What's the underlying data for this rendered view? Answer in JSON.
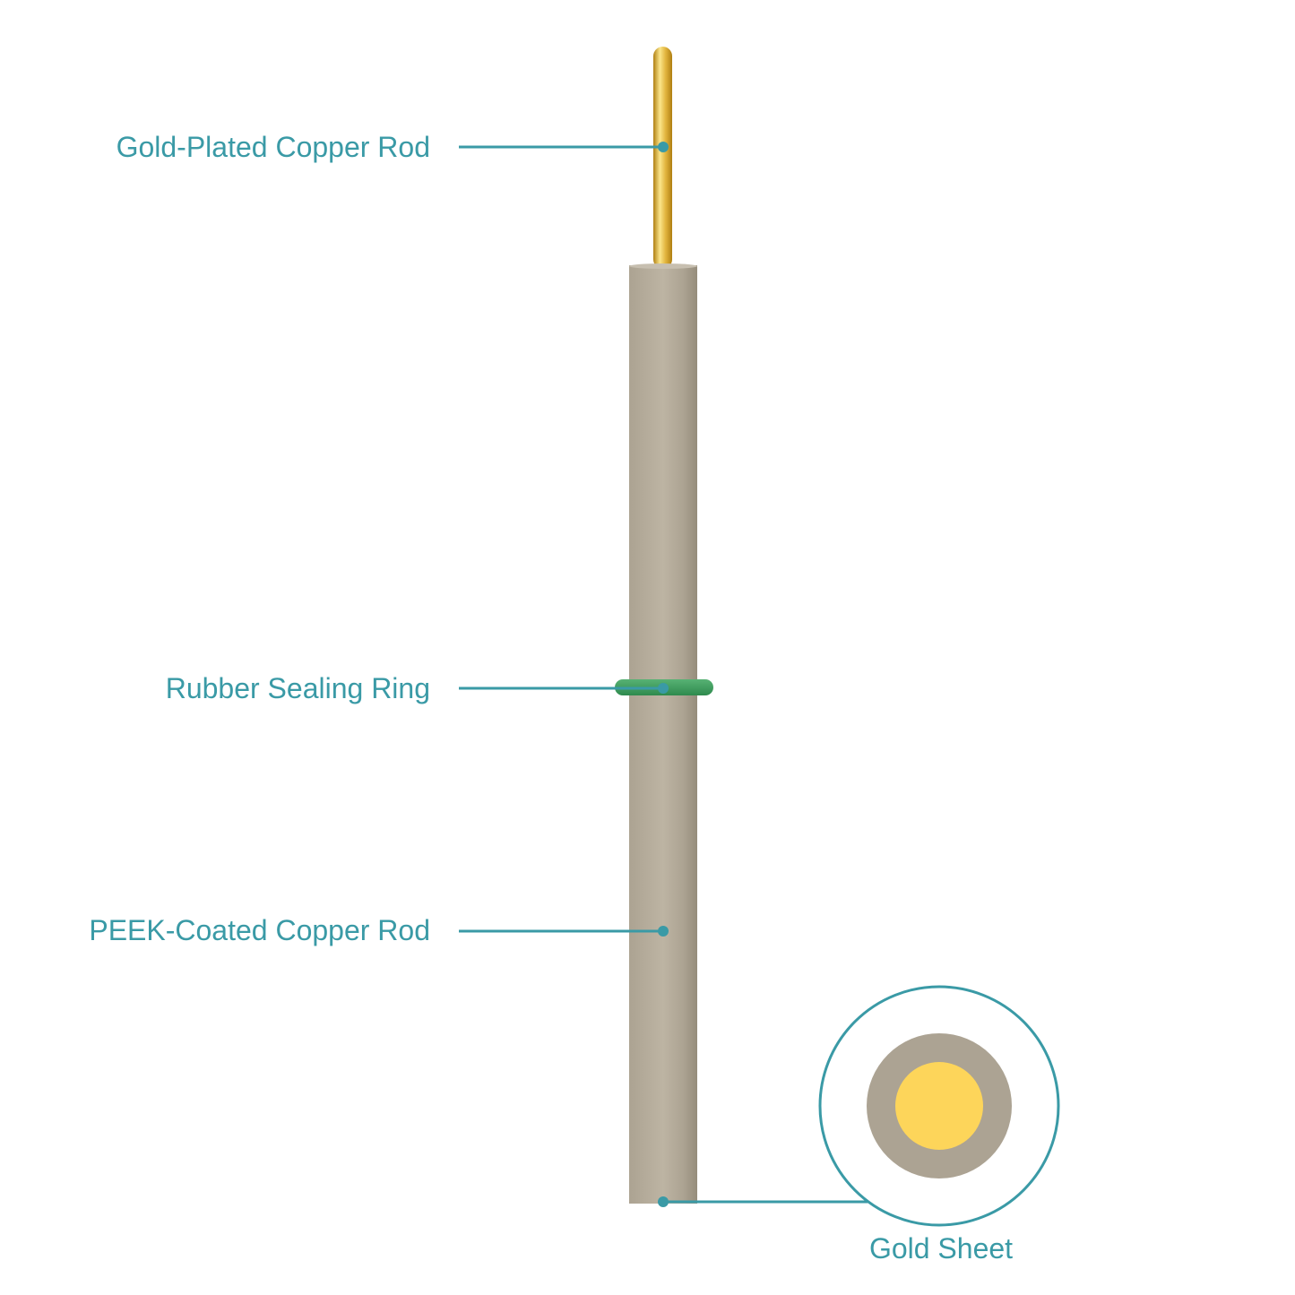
{
  "colors": {
    "accent": "#3a9aa6",
    "gold_rod_light": "#fbe58a",
    "gold_rod_mid": "#e2b53e",
    "gold_rod_dark": "#b07f12",
    "peek_light": "#bdb4a3",
    "peek_mid": "#aca392",
    "peek_dark": "#958c7b",
    "ring_green": "#2f8a4e",
    "ring_green_light": "#57b274",
    "gold_core": "#fdd55a",
    "peek_ring": "#aca393"
  },
  "labels": {
    "gold_plated_rod": "Gold-Plated Copper Rod",
    "rubber_ring": "Rubber Sealing Ring",
    "peek_coated_rod": "PEEK-Coated Copper Rod",
    "gold_sheet": "Gold Sheet"
  }
}
